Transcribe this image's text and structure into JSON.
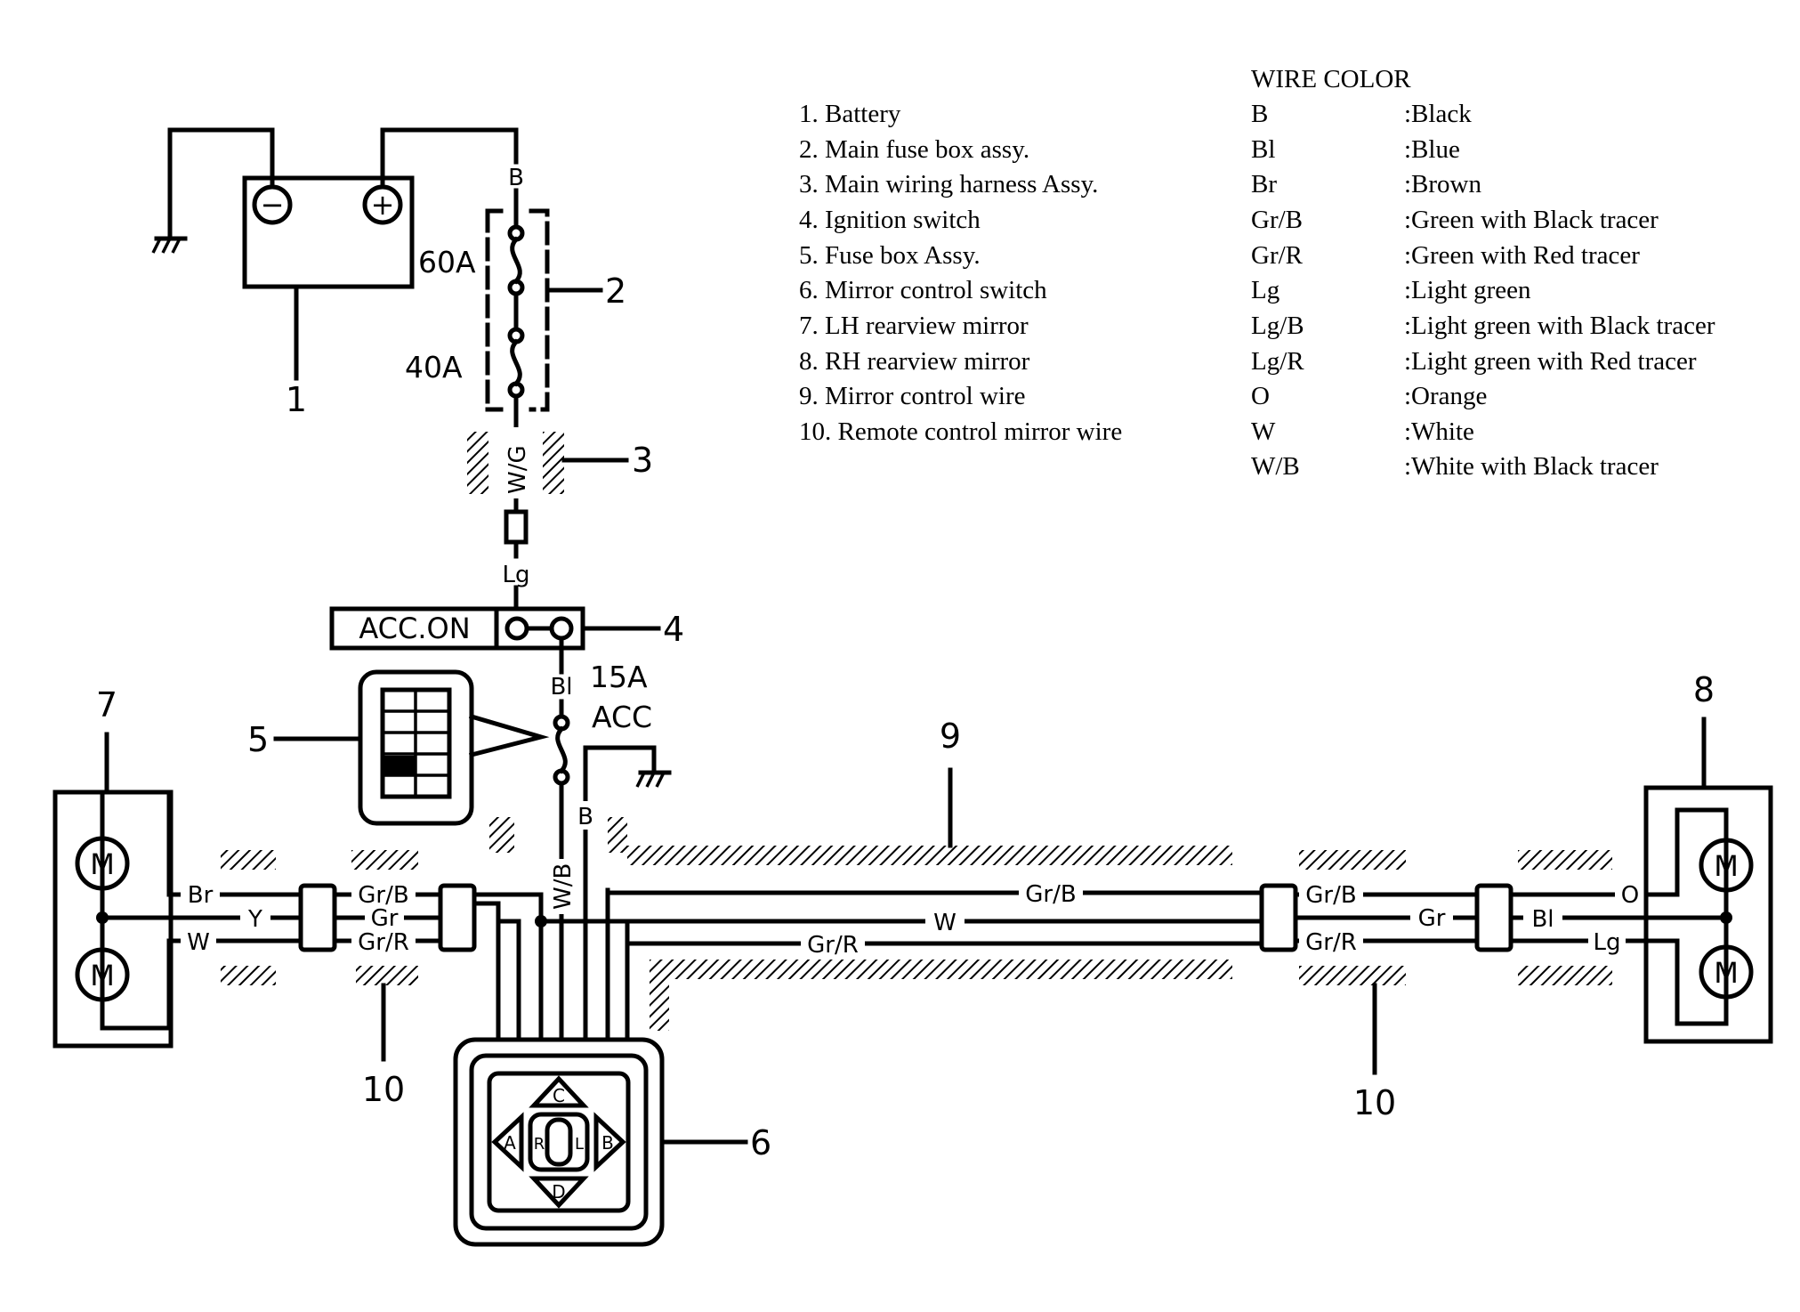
{
  "legend": {
    "items": [
      "1. Battery",
      "2. Main fuse box assy.",
      "3. Main wiring harness Assy.",
      "4. Ignition switch",
      "5. Fuse box Assy.",
      "6. Mirror control switch",
      "7. LH rearview mirror",
      "8. RH rearview mirror",
      "9. Mirror control wire",
      "10. Remote control mirror wire"
    ]
  },
  "wire_color": {
    "title": "WIRE COLOR",
    "rows": [
      {
        "code": "B",
        "desc": ":Black"
      },
      {
        "code": "Bl",
        "desc": ":Blue"
      },
      {
        "code": "Br",
        "desc": ":Brown"
      },
      {
        "code": "Gr/B",
        "desc": ":Green with Black tracer"
      },
      {
        "code": "Gr/R",
        "desc": ":Green with Red tracer"
      },
      {
        "code": "Lg",
        "desc": ":Light green"
      },
      {
        "code": "Lg/B",
        "desc": ":Light green with Black tracer"
      },
      {
        "code": "Lg/R",
        "desc": ":Light green with Red tracer"
      },
      {
        "code": "O",
        "desc": ":Orange"
      },
      {
        "code": "W",
        "desc": ":White"
      },
      {
        "code": "W/B",
        "desc": ":White with Black tracer"
      }
    ]
  },
  "callouts": {
    "n1": "1",
    "n2": "2",
    "n3": "3",
    "n4": "4",
    "n5": "5",
    "n6": "6",
    "n7": "7",
    "n8": "8",
    "n9": "9",
    "n10a": "10",
    "n10b": "10"
  },
  "battery": {
    "neg": "−",
    "pos": "+"
  },
  "fuses": {
    "f60": "60A",
    "f40": "40A",
    "f15": "15A",
    "acc": "ACC"
  },
  "switch": {
    "ign": "ACC.ON"
  },
  "motors": {
    "m1": "M",
    "m2": "M",
    "m3": "M",
    "m4": "M"
  },
  "pad": {
    "top": "C",
    "bottom": "D",
    "left": "A",
    "right": "B",
    "sel_r": "R",
    "sel_l": "L"
  },
  "wires": {
    "bat_out": "B",
    "harness": "W/G",
    "to_switch": "Lg",
    "bl_fuse": "Bl",
    "wb": "W/B",
    "b_gnd": "B",
    "lh_br": "Br",
    "lh_y": "Y",
    "lh_w": "W",
    "lh_grb": "Gr/B",
    "lh_gr": "Gr",
    "lh_grr": "Gr/R",
    "main_grb": "Gr/B",
    "main_w": "W",
    "main_grr": "Gr/R",
    "rh_grb": "Gr/B",
    "rh_gr": "Gr",
    "rh_grr": "Gr/R",
    "rh_o": "O",
    "rh_bl": "Bl",
    "rh_lg": "Lg"
  }
}
